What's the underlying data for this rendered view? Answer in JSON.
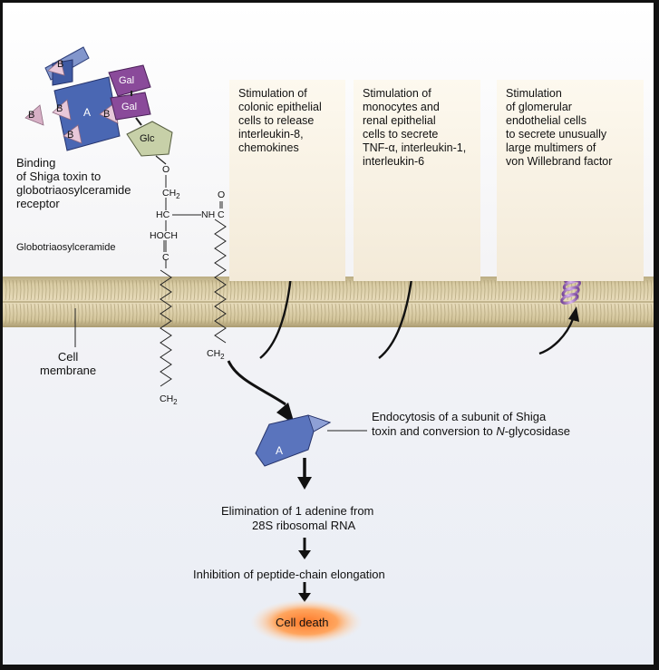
{
  "figure": {
    "toxin": {
      "a_subunit": "A",
      "b_subunit": "B"
    },
    "sugars": {
      "gal": "Gal",
      "glc": "Glc"
    },
    "binding_label": "Binding\nof Shiga toxin to\nglobotriaosylceramide\nreceptor",
    "receptor_label": "Globotriaosylceramide",
    "membrane_label": "Cell\nmembrane",
    "chem": {
      "o": "O",
      "ch2": "CH2",
      "hc": "HC",
      "nh": "NH",
      "c": "C",
      "o_top": "O",
      "hoch": "HOCH",
      "c2": "C",
      "ch2_bottom": "CH2",
      "ch2_tail": "CH2"
    },
    "boxes": [
      {
        "text": "Stimulation of\ncolonic epithelial\ncells to release\ninterleukin-8,\nchemokines"
      },
      {
        "text": "Stimulation of\nmonocytes and\nrenal epithelial\ncells to secrete\nTNF-α, interleukin-1,\ninterleukin-6"
      },
      {
        "text": "Stimulation\nof glomerular\nendothelial cells\nto secrete unusually\nlarge multimers of\nvon Willebrand factor"
      }
    ],
    "endocytosis": {
      "line1": "Endocytosis of a subunit of Shiga",
      "line2_pre": "toxin and conversion to ",
      "line2_italic": "N",
      "line2_post": "-glycosidase"
    },
    "steps": {
      "elimination_1": "Elimination of 1 adenine from",
      "elimination_2": "28S ribosomal RNA",
      "inhibition": "Inhibition of peptide-chain elongation",
      "cell_death": "Cell death"
    }
  }
}
